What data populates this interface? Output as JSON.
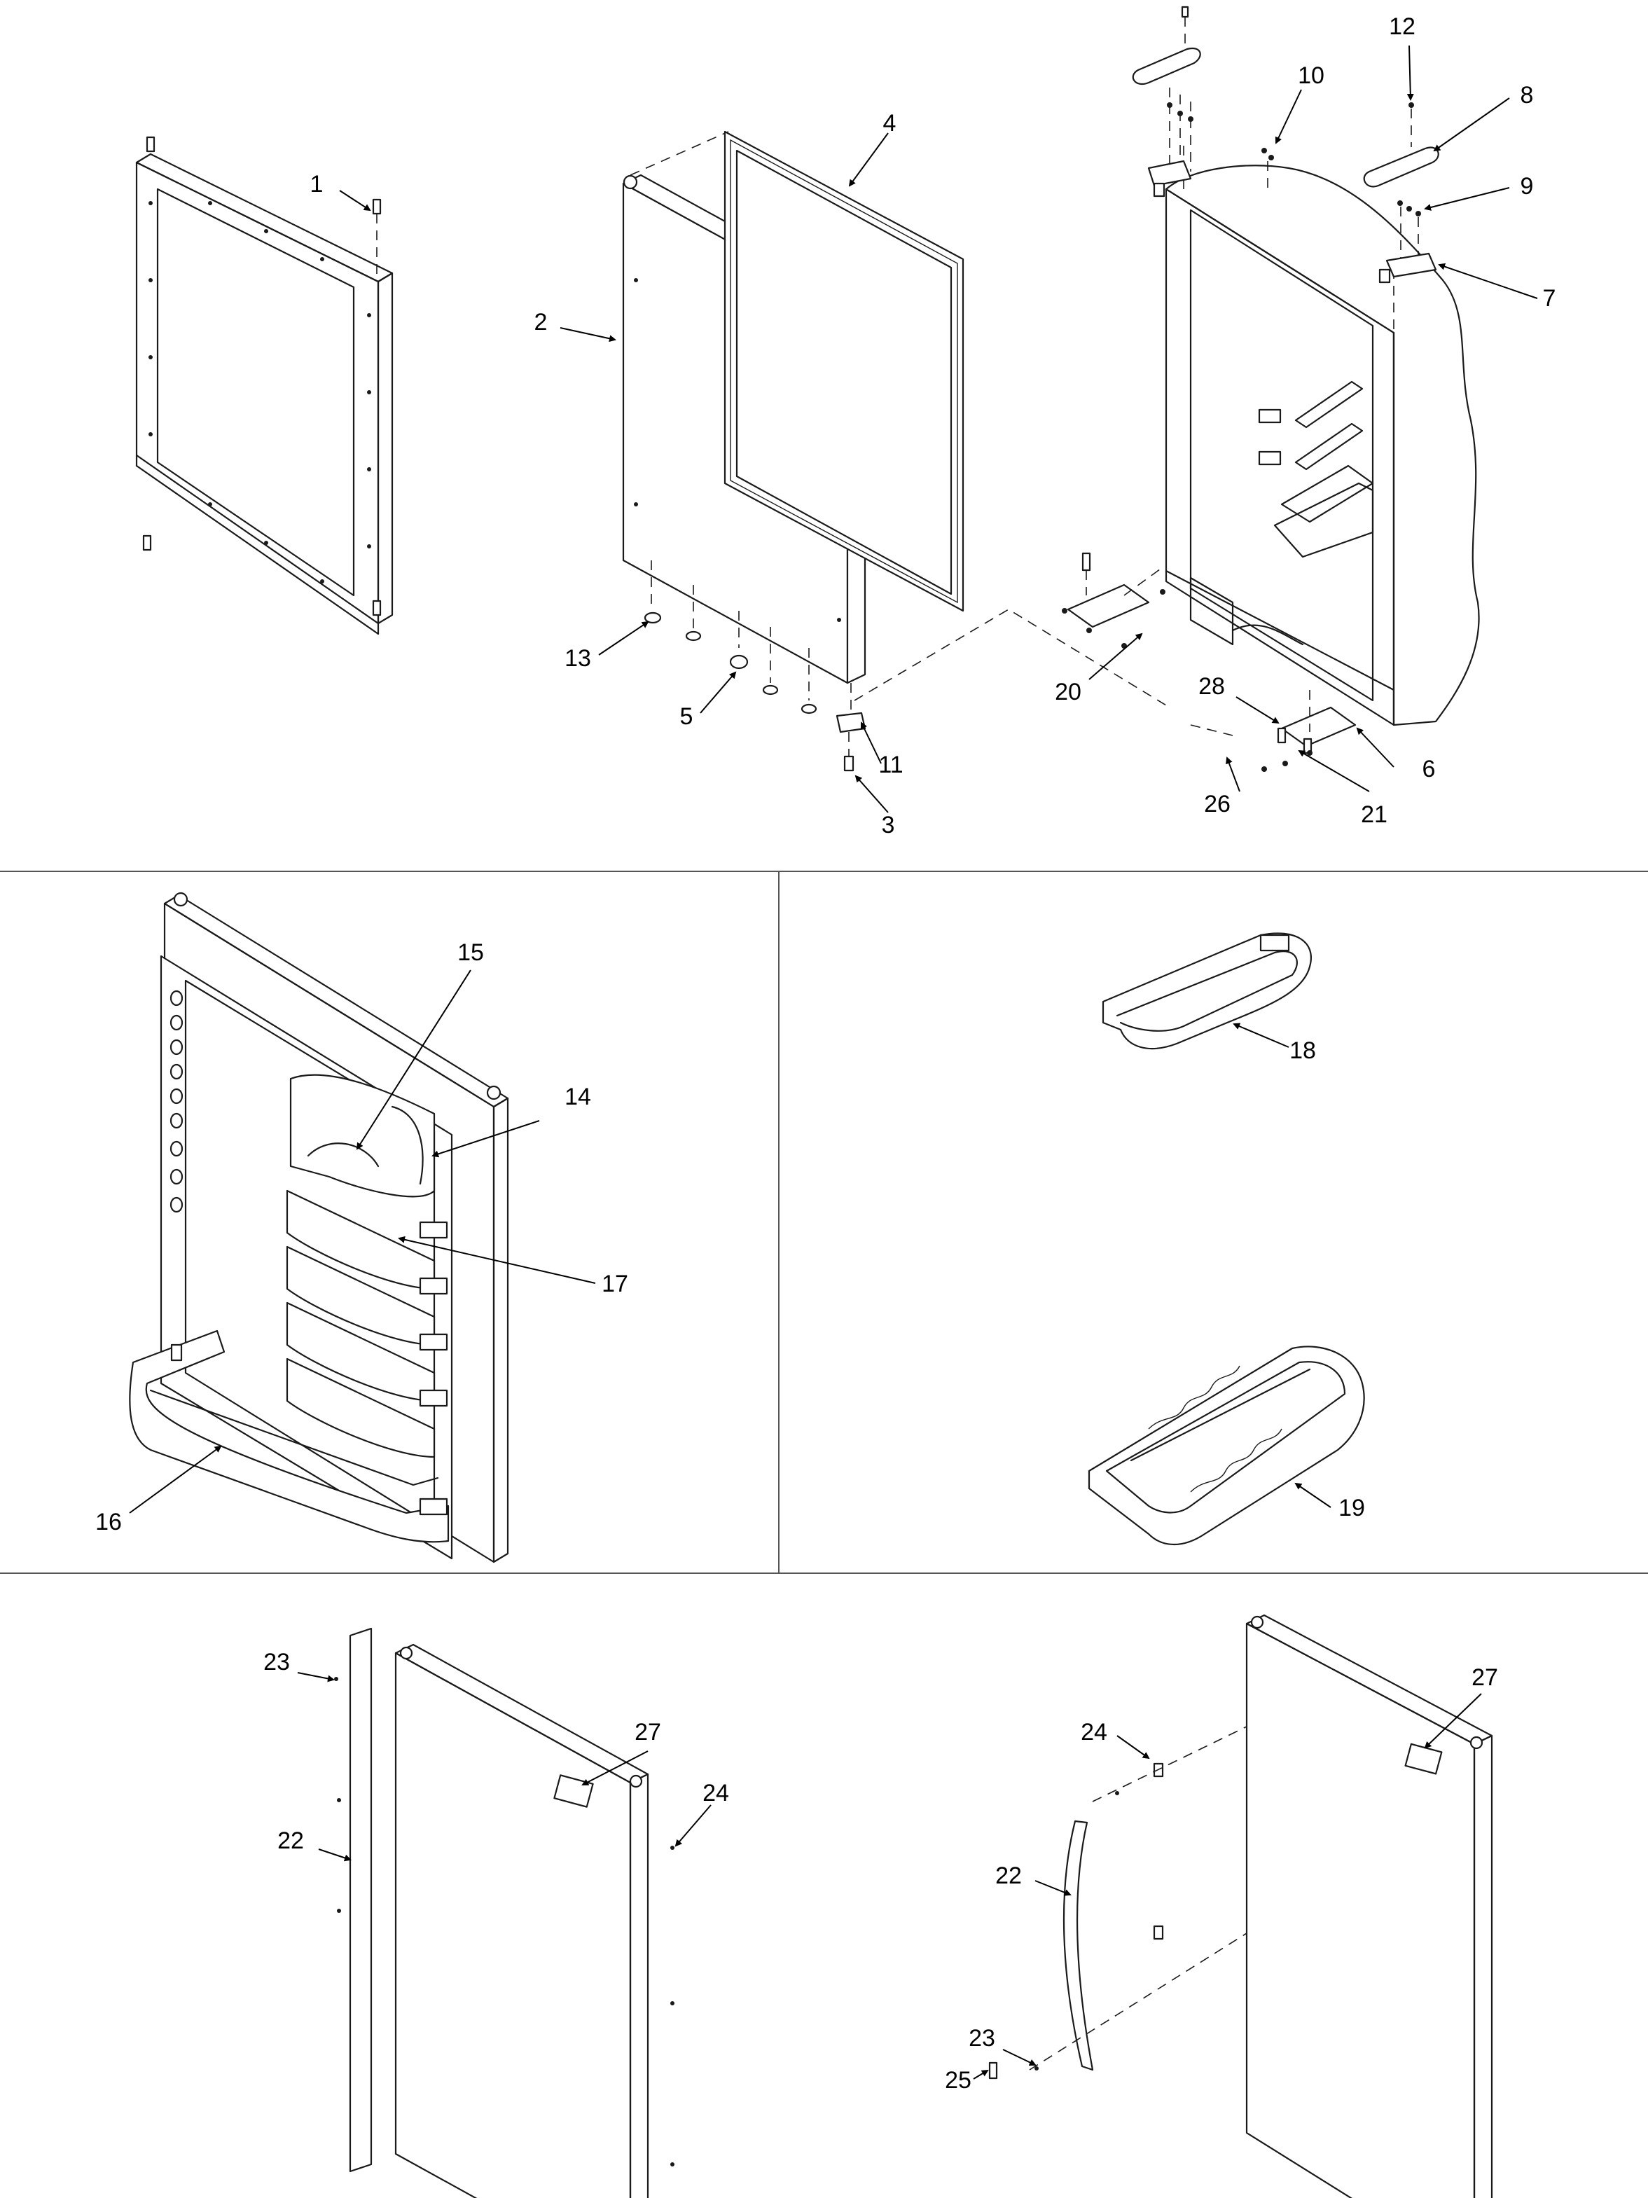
{
  "callouts": [
    {
      "id": "c1",
      "text": "1"
    },
    {
      "id": "c2",
      "text": "2"
    },
    {
      "id": "c3",
      "text": "3"
    },
    {
      "id": "c4",
      "text": "4"
    },
    {
      "id": "c5",
      "text": "5"
    },
    {
      "id": "c6",
      "text": "6"
    },
    {
      "id": "c7",
      "text": "7"
    },
    {
      "id": "c8",
      "text": "8"
    },
    {
      "id": "c9",
      "text": "9"
    },
    {
      "id": "c10",
      "text": "10"
    },
    {
      "id": "c11",
      "text": "11"
    },
    {
      "id": "c12",
      "text": "12"
    },
    {
      "id": "c13",
      "text": "13"
    },
    {
      "id": "c14",
      "text": "14"
    },
    {
      "id": "c15",
      "text": "15"
    },
    {
      "id": "c16",
      "text": "16"
    },
    {
      "id": "c17",
      "text": "17"
    },
    {
      "id": "c18",
      "text": "18"
    },
    {
      "id": "c19",
      "text": "19"
    },
    {
      "id": "c20",
      "text": "20"
    },
    {
      "id": "c21",
      "text": "21"
    },
    {
      "id": "c22a",
      "text": "22"
    },
    {
      "id": "c22b",
      "text": "22"
    },
    {
      "id": "c23a",
      "text": "23"
    },
    {
      "id": "c23b",
      "text": "23"
    },
    {
      "id": "c24a",
      "text": "24"
    },
    {
      "id": "c24b",
      "text": "24"
    },
    {
      "id": "c25",
      "text": "25"
    },
    {
      "id": "c26",
      "text": "26"
    },
    {
      "id": "c27a",
      "text": "27"
    },
    {
      "id": "c27b",
      "text": "27"
    },
    {
      "id": "c28",
      "text": "28"
    }
  ],
  "colors": {
    "line": "#1a1a1a",
    "background": "#ffffff",
    "divider": "#555555"
  }
}
